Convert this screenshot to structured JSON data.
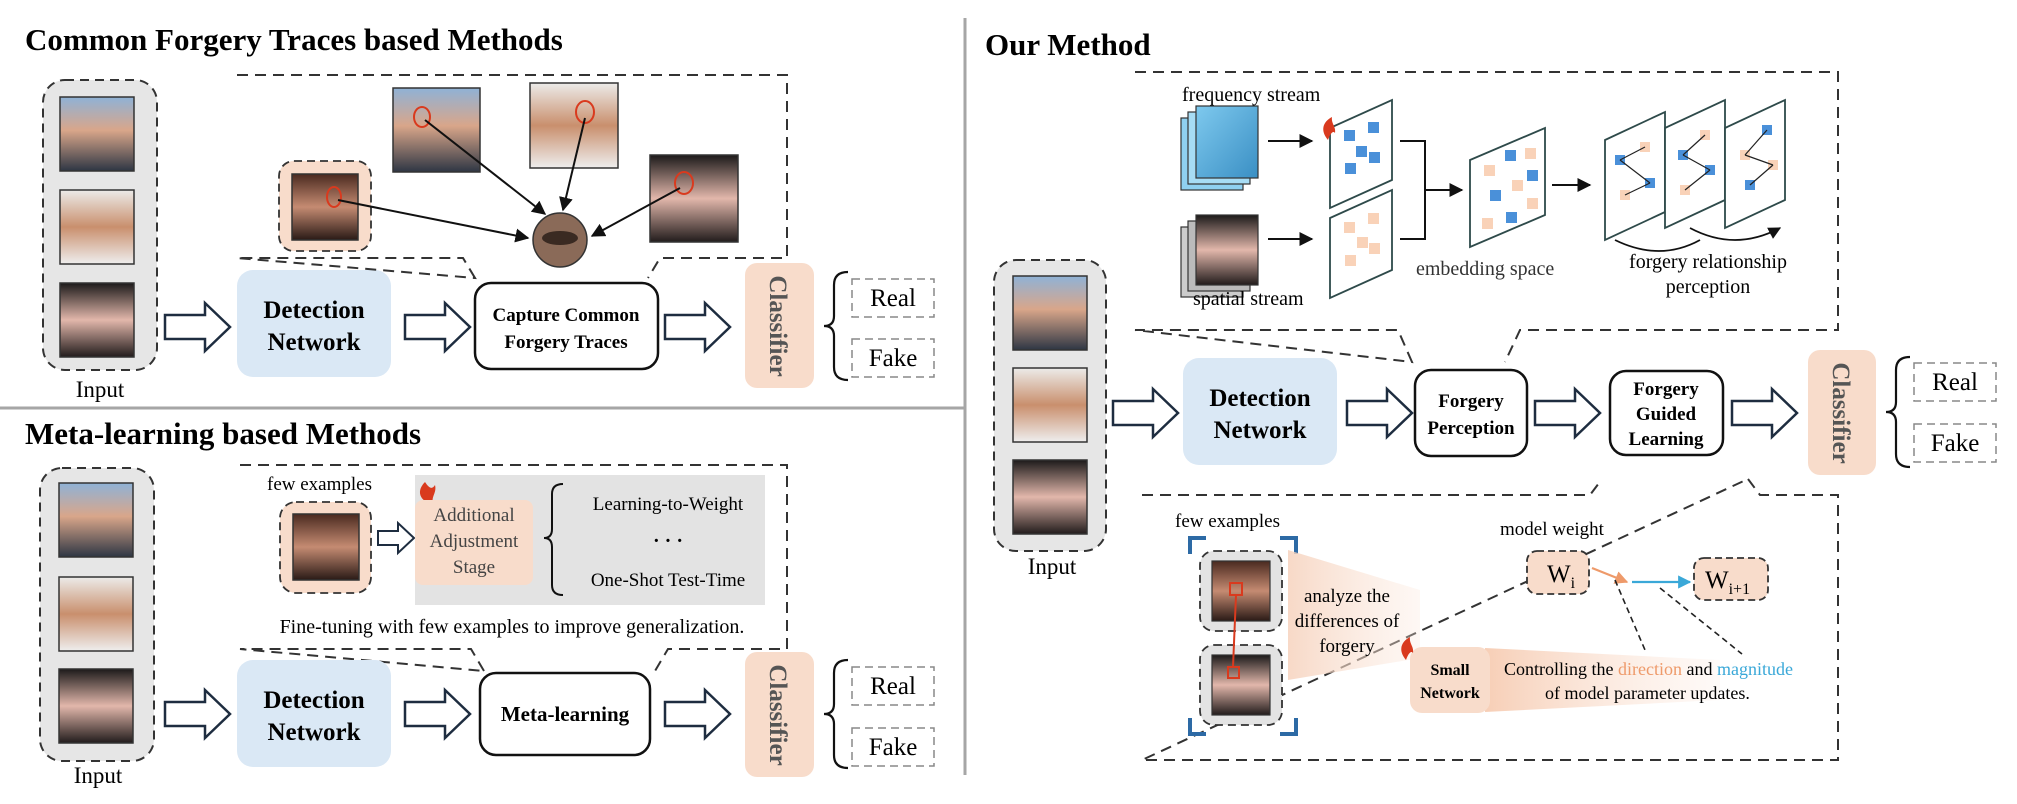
{
  "left_top": {
    "title": "Common Forgery Traces based Methods",
    "input_label": "Input",
    "detection_line1": "Detection",
    "detection_line2": "Network",
    "capture_line1": "Capture Common",
    "capture_line2": "Forgery Traces",
    "classifier": "Classifier",
    "real": "Real",
    "fake": "Fake"
  },
  "left_bottom": {
    "title": "Meta-learning based Methods",
    "input_label": "Input",
    "few_examples": "few examples",
    "adjust_line1": "Additional",
    "adjust_line2": "Adjustment",
    "adjust_line3": "Stage",
    "option1": "Learning-to-Weight",
    "ellipsis": "· · ·",
    "option2": "One-Shot Test-Time",
    "caption": "Fine-tuning with few examples to improve generalization.",
    "detection_line1": "Detection",
    "detection_line2": "Network",
    "meta": "Meta-learning",
    "classifier": "Classifier",
    "real": "Real",
    "fake": "Fake"
  },
  "right": {
    "title": "Our Method",
    "frequency_stream": "frequency stream",
    "spatial_stream": "spatial stream",
    "embedding_space": "embedding space",
    "relationship_line1": "forgery relationship",
    "relationship_line2": "perception",
    "input_label": "Input",
    "detection_line1": "Detection",
    "detection_line2": "Network",
    "perception_line1": "Forgery",
    "perception_line2": "Perception",
    "guided_line1": "Forgery",
    "guided_line2": "Guided",
    "guided_line3": "Learning",
    "classifier": "Classifier",
    "real": "Real",
    "fake": "Fake",
    "few_examples": "few examples",
    "analyze_line1": "analyze the",
    "analyze_line2": "differences of",
    "analyze_line3": "forgery",
    "small_line1": "Small",
    "small_line2": "Network",
    "model_weight": "model weight",
    "w_main": "W",
    "w_sub_i": "i",
    "w_sub_i1": "i+1",
    "control_prefix": "Controlling the ",
    "control_direction": "direction",
    "control_and": " and ",
    "control_magnitude": "magnitude",
    "control_line2": "of model parameter updates."
  },
  "colors": {
    "detection_fill": "#dae8f5",
    "classifier_fill": "#f8dccb",
    "input_fill": "#e6e6e6",
    "gray_box": "#e3e3e3",
    "direction": "#ee9a6a",
    "magnitude": "#3aa8d8",
    "node_blue": "#4a90d9",
    "node_peach": "#f9d2b8",
    "fire": "#d93a1e",
    "bracket_blue": "#2d6aa5"
  }
}
